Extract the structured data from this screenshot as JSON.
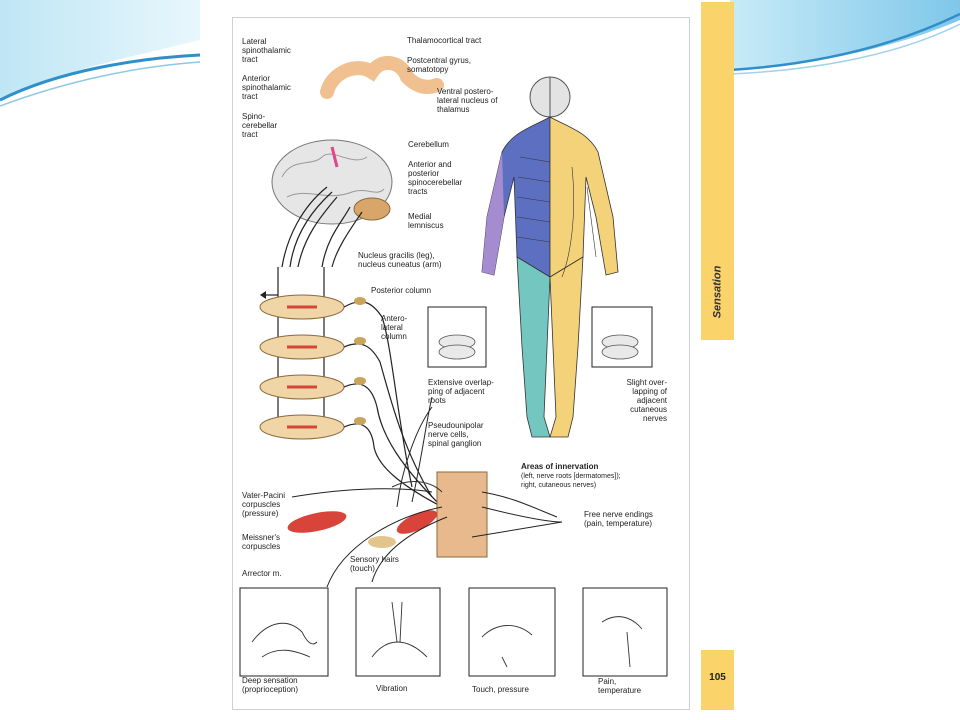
{
  "side_tab": {
    "label": "Sensation",
    "page_number": "105"
  },
  "labels": {
    "lateral_spinothalamic": "Lateral\nspinothalamic\ntract",
    "anterior_spinothalamic": "Anterior\nspinothalamic\ntract",
    "spinocerebellar": "Spino-\ncerebellar\ntract",
    "thalamocortical": "Thalamocortical tract",
    "postcentral": "Postcentral gyrus,\nsomatotopy",
    "ventral_posterolateral": "Ventral postero-\nlateral nucleus of\nthalamus",
    "cerebellum": "Cerebellum",
    "ant_post_spinocerebellar": "Anterior and\nposterior\nspinocerebellar\ntracts",
    "medial_lemniscus": "Medial\nlemniscus",
    "nucleus_gracilis": "Nucleus gracilis (leg),\nnucleus cuneatus (arm)",
    "posterior_column": "Posterior column",
    "anterolateral_column": "Antero-\nlateral\ncolumn",
    "extensive_overlap": "Extensive overlap-\nping of adjacent\nroots",
    "slight_overlap": "Slight over-\nlapping of\nadjacent\ncutaneous\nnerves",
    "pseudounipolar": "Pseudounipolar\nnerve cells,\nspinal ganglion",
    "areas_title": "Areas of innervation",
    "areas_detail": "(left, nerve roots [dermatomes]);\nright, cutaneous nerves)",
    "vater_pacini": "Vater-Pacini\ncorpuscles\n(pressure)",
    "free_nerve": "Free nerve endings\n(pain, temperature)",
    "meissner": "Meissner's\ncorpuscles",
    "sensory_hairs": "Sensory hairs\n(touch)",
    "arrector": "Arrector m.",
    "deep_sensation": "Deep sensation\n(proprioception)",
    "vibration": "Vibration",
    "touch_pressure": "Touch, pressure",
    "pain_temperature": "Pain,\ntemperature"
  },
  "colors": {
    "accent_blue": "#3aa0d8",
    "tab_yellow": "#fbd36b",
    "dermatome_purple": "#a58bd0",
    "dermatome_blue": "#5d6fc0",
    "dermatome_teal": "#74c7c0",
    "cutaneous_yellow": "#f4d27a",
    "spinal_cord_tan": "#f0d6a6",
    "muscle_red": "#d9443a"
  }
}
